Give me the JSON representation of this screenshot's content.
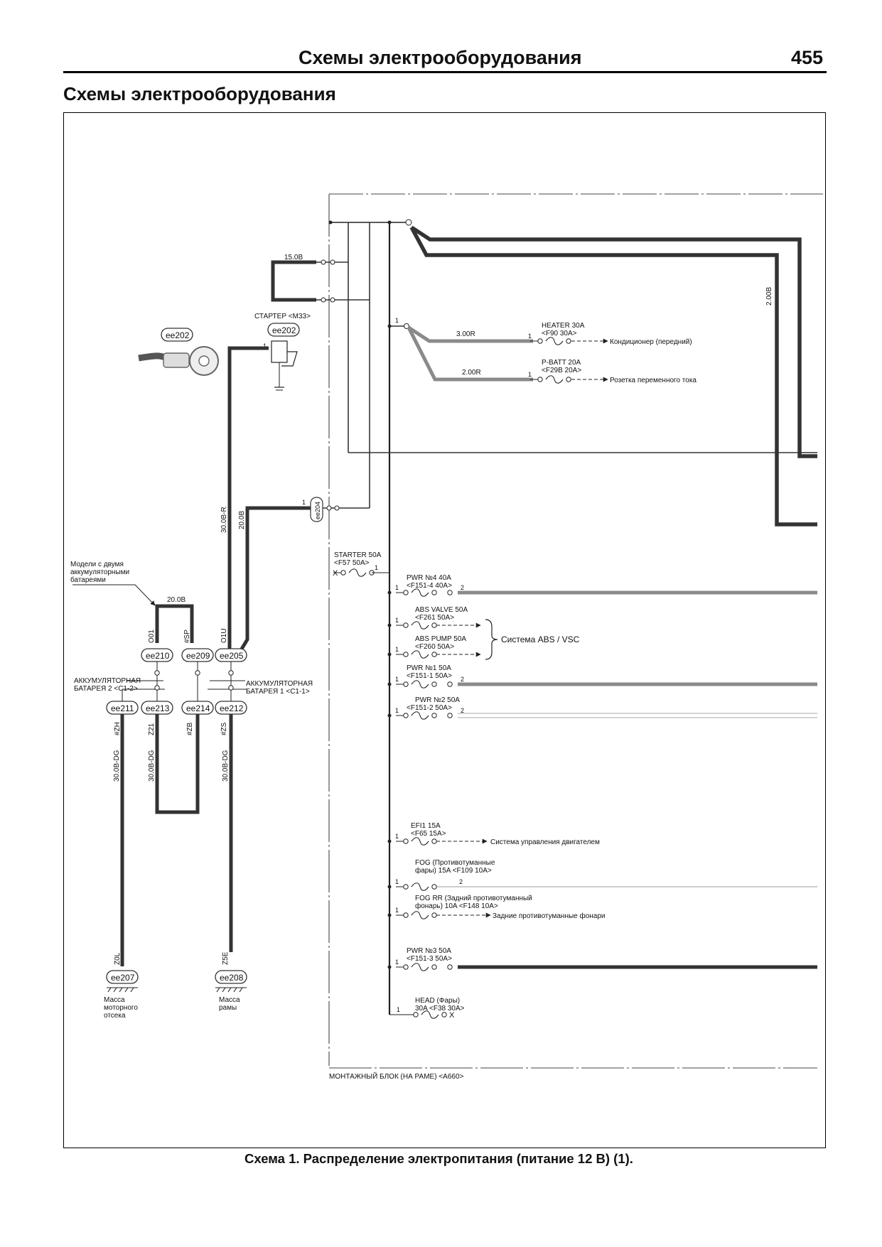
{
  "header": {
    "running_title": "Схемы электрооборудования",
    "page_number": "455"
  },
  "section_title": "Схемы электрооборудования",
  "caption": "Схема 1. Распределение электропитания (питание 12 В) (1).",
  "diagram": {
    "wire_colors": {
      "black": "#333333",
      "gray": "#8a8a8a",
      "light": "#c8c8c8"
    },
    "top_wires": {
      "w15": "15.0B",
      "w2r": "2.00B"
    },
    "starter": {
      "label": "СТАРТЕР <M33>",
      "connector": "ee202"
    },
    "ring_terminal": {
      "connector": "ee202"
    },
    "heater": {
      "wire": "3.00R",
      "name": "HEATER 30A",
      "code": "<F90 30A>",
      "load": "Кондиционер (передний)"
    },
    "pbatt": {
      "wire": "2.00R",
      "name": "P-BATT 20A",
      "code": "<F29B 20A>",
      "load": "Розетка переменного тока"
    },
    "ee204": {
      "connector": "ee204",
      "wire": "20.0B"
    },
    "wire_30r": "30.0B-R",
    "starter_fuse": {
      "name": "STARTER 50A",
      "code": "<F57 50A>"
    },
    "models_note": [
      "Модели с двумя",
      "аккумуляторными",
      "батареями"
    ],
    "jumper_wire": "20.0B",
    "battery_connectors": {
      "ee210": "ee210",
      "ee209": "ee209",
      "ee205": "ee205",
      "ee211": "ee211",
      "ee213": "ee213",
      "ee214": "ee214",
      "ee212": "ee212",
      "ee207": "ee207",
      "ee208": "ee208"
    },
    "pin_labels": {
      "o01": "O01",
      "sp": "#SP",
      "o1u": "O1U",
      "zh": "#ZH",
      "z21": "Z21",
      "zb": "#ZB",
      "zs": "#ZS",
      "z0l": "Z0L",
      "z5e": "Z5E"
    },
    "battery2": [
      "АККУМУЛЯТОРНАЯ",
      "БАТАРЕЯ 2 <C1-2>"
    ],
    "battery1": [
      "АККУМУЛЯТОРНАЯ",
      "БАТАРЕЯ 1 <C1-1>"
    ],
    "ground_wires": {
      "a": "30.0B-DG",
      "b": "30.0B-DG",
      "c": "30.0B-DG"
    },
    "mass_engine": [
      "Масса",
      "моторного",
      "отсека"
    ],
    "mass_frame": [
      "Масса",
      "рамы"
    ],
    "pwr4": {
      "name": "PWR №4 40A",
      "code": "<F151-4 40A>"
    },
    "abs_valve": {
      "name": "ABS VALVE 50A",
      "code": "<F261 50A>"
    },
    "abs_pump": {
      "name": "ABS PUMP 50A",
      "code": "<F260 50A>"
    },
    "abs_system": "Система ABS / VSC",
    "pwr1": {
      "name": "PWR №1 50A",
      "code": "<F151-1 50A>"
    },
    "pwr2": {
      "name": "PWR №2 50A",
      "code": "<F151-2 50A>"
    },
    "efi1": {
      "name": "EFI1 15A",
      "code": "<F65 15A>",
      "load": "Система управления двигателем"
    },
    "fog": {
      "line1": "FOG (Противотуманные",
      "line2": "фары) 15A <F109 10A>"
    },
    "fogrr": {
      "line1": "FOG RR (Задний противотуманный",
      "line2": "фонарь) 10A <F148 10A>",
      "load": "Задние противотуманные фонари"
    },
    "pwr3": {
      "name": "PWR №3 50A",
      "code": "<F151-3 50A>"
    },
    "head": {
      "name": "HEAD (Фары)",
      "code": "30A <F38 30A>"
    },
    "block_label": "МОНТАЖНЫЙ БЛОК (НА РАМЕ) <A660>",
    "pin_numbers": {
      "one": "1",
      "two": "2"
    }
  }
}
